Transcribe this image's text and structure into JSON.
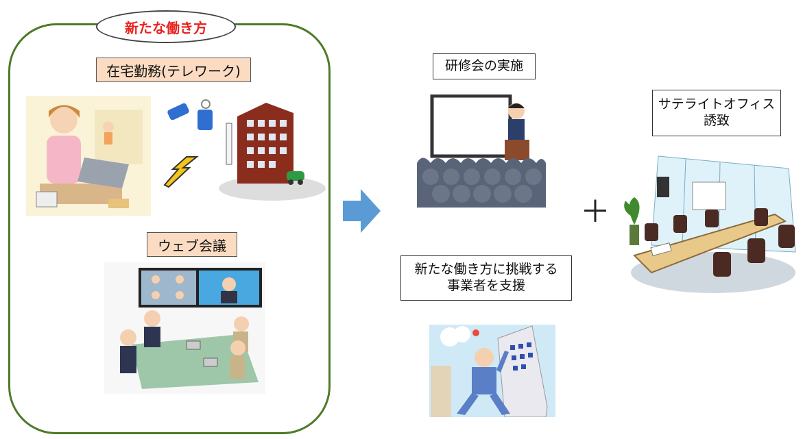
{
  "left_panel": {
    "title": "新たな働き方",
    "telework_label": "在宅勤務(テレワーク)",
    "web_meeting_label": "ウェブ会議"
  },
  "middle": {
    "training_label": "研修会の実施",
    "support_label_line1": "新たな働き方に挑戦する",
    "support_label_line2": "事業者を支援"
  },
  "right": {
    "plus_sign": "＋",
    "satellite_label_line1": "サテライトオフィス",
    "satellite_label_line2": "誘致"
  },
  "colors": {
    "frame": "#4f7a2a",
    "title_red": "#e8231e",
    "label_bg": "#fbdcc2",
    "arrow": "#5b9bd5"
  }
}
